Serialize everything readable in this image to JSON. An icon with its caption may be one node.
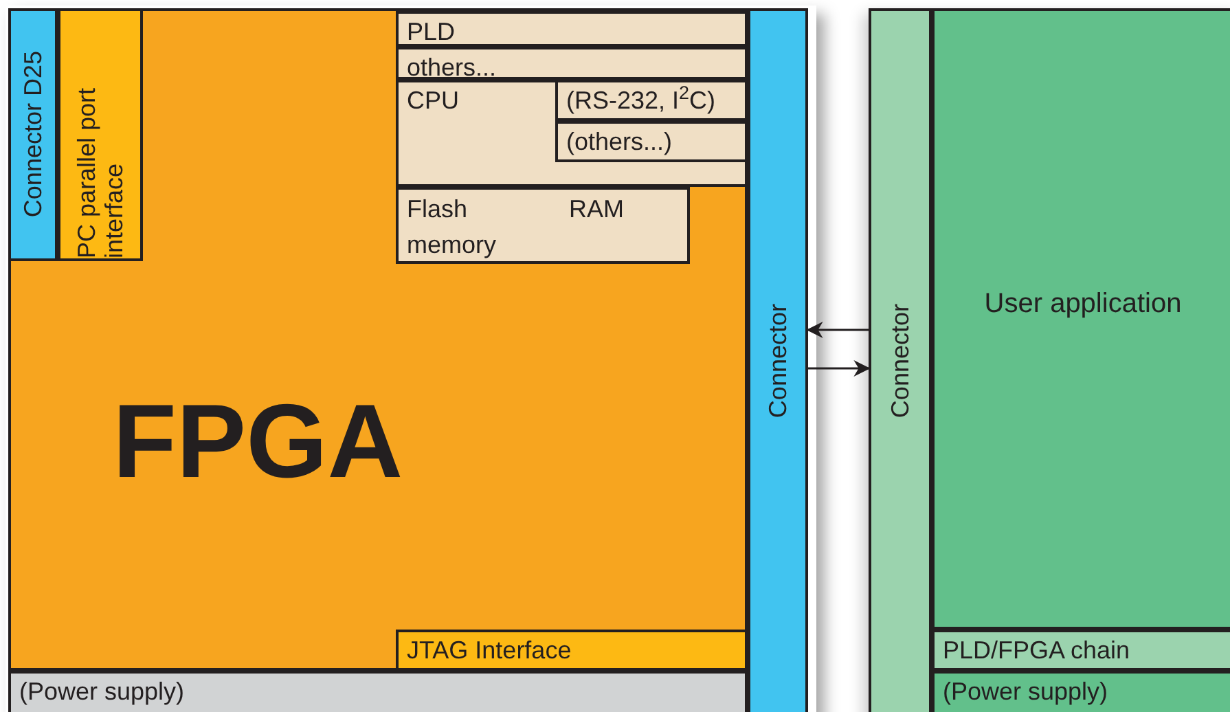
{
  "diagram": {
    "nodes": [
      {
        "text": [
          "FPGA"
        ]
      },
      {
        "text": [
          "Connector D25"
        ],
        "in": 0
      },
      {
        "text": [
          "PC parallel port interface"
        ],
        "in": 0
      },
      {
        "text": [
          "PLD"
        ],
        "in": 0
      },
      {
        "text": [
          "others..."
        ],
        "in": 0
      },
      {
        "text": [
          "CPU"
        ],
        "in": 0
      },
      {
        "text": [
          "(RS-232, I$^{2}$C)"
        ],
        "in": 5
      },
      {
        "text": [
          "(others...)"
        ],
        "in": 5
      },
      {
        "text": [
          "Flash memory",
          "RAM"
        ],
        "in": 0
      },
      {
        "text": [
          "JTAG Interface"
        ],
        "in": 0
      },
      {
        "text": [
          "(Power supply)"
        ]
      },
      {
        "text": [
          "Connector"
        ]
      },
      {
        "text": [
          "Connector"
        ]
      },
      {
        "text": [
          "User application"
        ]
      },
      {
        "text": [
          "PLD/FPGA chain"
        ]
      },
      {
        "text": [
          "(Power supply)"
        ]
      }
    ],
    "edges": [
      {
        "from": 12,
        "to": 11,
        "arrow": "to"
      },
      {
        "from": 11,
        "to": 12,
        "arrow": "to"
      }
    ]
  }
}
